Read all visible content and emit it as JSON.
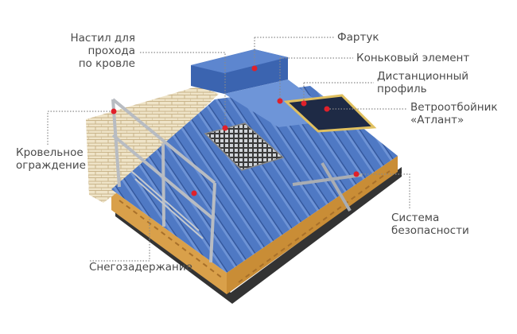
{
  "labels": {
    "walkway": [
      "Настил для",
      "прохода",
      "по кровле"
    ],
    "apron": "Фартук",
    "ridge": "Коньковый элемент",
    "spacer": [
      "Дистанционный",
      "профиль"
    ],
    "wind": [
      "Ветроотбойник",
      "«Атлант»"
    ],
    "railing": [
      "Кровельное",
      "ограждение"
    ],
    "safety": [
      "Система",
      "безопасности"
    ],
    "snow": "Снегозадержание"
  },
  "colors": {
    "roof": "#4f79c4",
    "roof_dark": "#2f56a0",
    "insulation": "#d9a04a",
    "marker": "#e0202a",
    "leader": "#8a8a8a",
    "brick": "#e9dcc0"
  }
}
